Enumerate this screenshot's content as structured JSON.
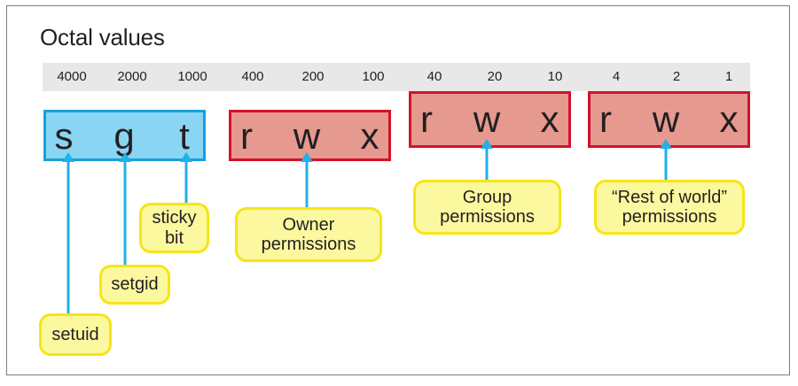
{
  "diagram": {
    "title": "Octal values",
    "colors": {
      "frame_border": "#7d7d7d",
      "bar_background": "#e8e8e8",
      "special_fill": "#8ad5f3",
      "special_border": "#18a0db",
      "perm_fill": "#e5998f",
      "perm_border": "#d2122e",
      "callout_fill": "#fcf8a0",
      "callout_border": "#f5e614",
      "arrow": "#21b0e8",
      "text": "#231f20"
    }
  },
  "octal_values": [
    "4000",
    "2000",
    "1000",
    "400",
    "200",
    "100",
    "40",
    "20",
    "10",
    "4",
    "2",
    "1"
  ],
  "permission_blocks": [
    {
      "id": "special-bits",
      "style": "blue",
      "letters": [
        "s",
        "g",
        "t"
      ],
      "octal": [
        "4000",
        "2000",
        "1000"
      ]
    },
    {
      "id": "owner",
      "style": "red",
      "letters": [
        "r",
        "w",
        "x"
      ],
      "octal": [
        "400",
        "200",
        "100"
      ]
    },
    {
      "id": "group",
      "style": "red",
      "letters": [
        "r",
        "w",
        "x"
      ],
      "octal": [
        "40",
        "20",
        "10"
      ]
    },
    {
      "id": "world",
      "style": "red",
      "letters": [
        "r",
        "w",
        "x"
      ],
      "octal": [
        "4",
        "2",
        "1"
      ]
    }
  ],
  "callouts": [
    {
      "id": "setuid",
      "label": "setuid",
      "target_letter": "s"
    },
    {
      "id": "setgid",
      "label": "setgid",
      "target_letter": "g"
    },
    {
      "id": "sticky-bit",
      "line1": "sticky",
      "line2": "bit",
      "target_letter": "t"
    },
    {
      "id": "owner-permissions",
      "line1": "Owner",
      "line2": "permissions",
      "target_letter": "w"
    },
    {
      "id": "group-permissions",
      "line1": "Group",
      "line2": "permissions",
      "target_letter": "w"
    },
    {
      "id": "world-permissions",
      "line1": "“Rest of world”",
      "line2": "permissions",
      "target_letter": "w"
    }
  ]
}
